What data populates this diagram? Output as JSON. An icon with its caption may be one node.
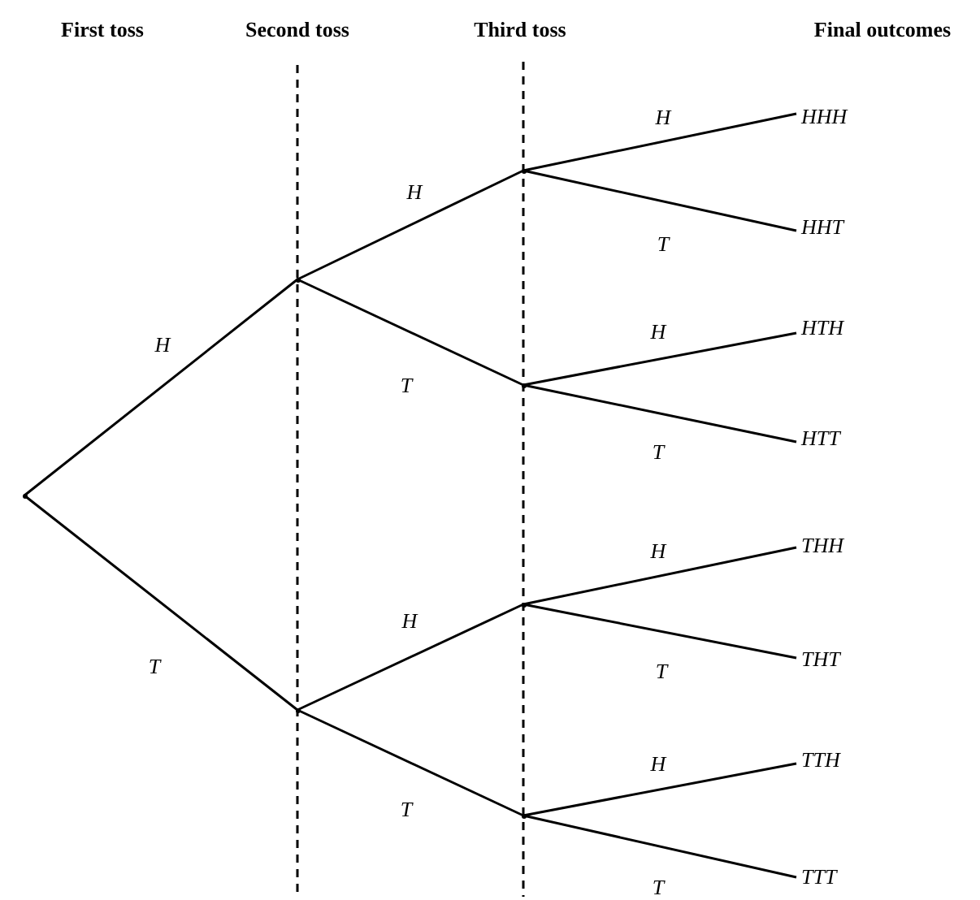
{
  "diagram": {
    "nodes": [
      {
        "text": [],
        "shape": "point"
      },
      {
        "text": [],
        "shape": "point"
      },
      {
        "text": [],
        "shape": "point"
      },
      {
        "text": [],
        "shape": "point"
      },
      {
        "text": [],
        "shape": "point"
      },
      {
        "text": [],
        "shape": "point"
      },
      {
        "text": [],
        "shape": "point"
      },
      {
        "text": [
          "HHH"
        ]
      },
      {
        "text": [
          "HHT"
        ]
      },
      {
        "text": [
          "HTH"
        ]
      },
      {
        "text": [
          "HTT"
        ]
      },
      {
        "text": [
          "THH"
        ]
      },
      {
        "text": [
          "THT"
        ]
      },
      {
        "text": [
          "TTH"
        ]
      },
      {
        "text": [
          "TTT"
        ]
      }
    ],
    "edges": [
      {
        "from": 0,
        "to": 1,
        "arrow": "none",
        "label": "H"
      },
      {
        "from": 0,
        "to": 2,
        "arrow": "none",
        "label": "T"
      },
      {
        "from": 1,
        "to": 3,
        "arrow": "none",
        "label": "H"
      },
      {
        "from": 1,
        "to": 4,
        "arrow": "none",
        "label": "T"
      },
      {
        "from": 2,
        "to": 5,
        "arrow": "none",
        "label": "H"
      },
      {
        "from": 2,
        "to": 6,
        "arrow": "none",
        "label": "T"
      },
      {
        "from": 3,
        "to": 7,
        "arrow": "none",
        "label": "H"
      },
      {
        "from": 3,
        "to": 8,
        "arrow": "none",
        "label": "T"
      },
      {
        "from": 4,
        "to": 9,
        "arrow": "none",
        "label": "H"
      },
      {
        "from": 4,
        "to": 10,
        "arrow": "none",
        "label": "T"
      },
      {
        "from": 5,
        "to": 11,
        "arrow": "none",
        "label": "H"
      },
      {
        "from": 5,
        "to": 12,
        "arrow": "none",
        "label": "T"
      },
      {
        "from": 6,
        "to": 13,
        "arrow": "none",
        "label": "H"
      },
      {
        "from": 6,
        "to": 14,
        "arrow": "none",
        "label": "T"
      }
    ],
    "labels": [
      "First toss",
      "Second toss",
      "Third toss",
      "Final outcomes"
    ]
  }
}
